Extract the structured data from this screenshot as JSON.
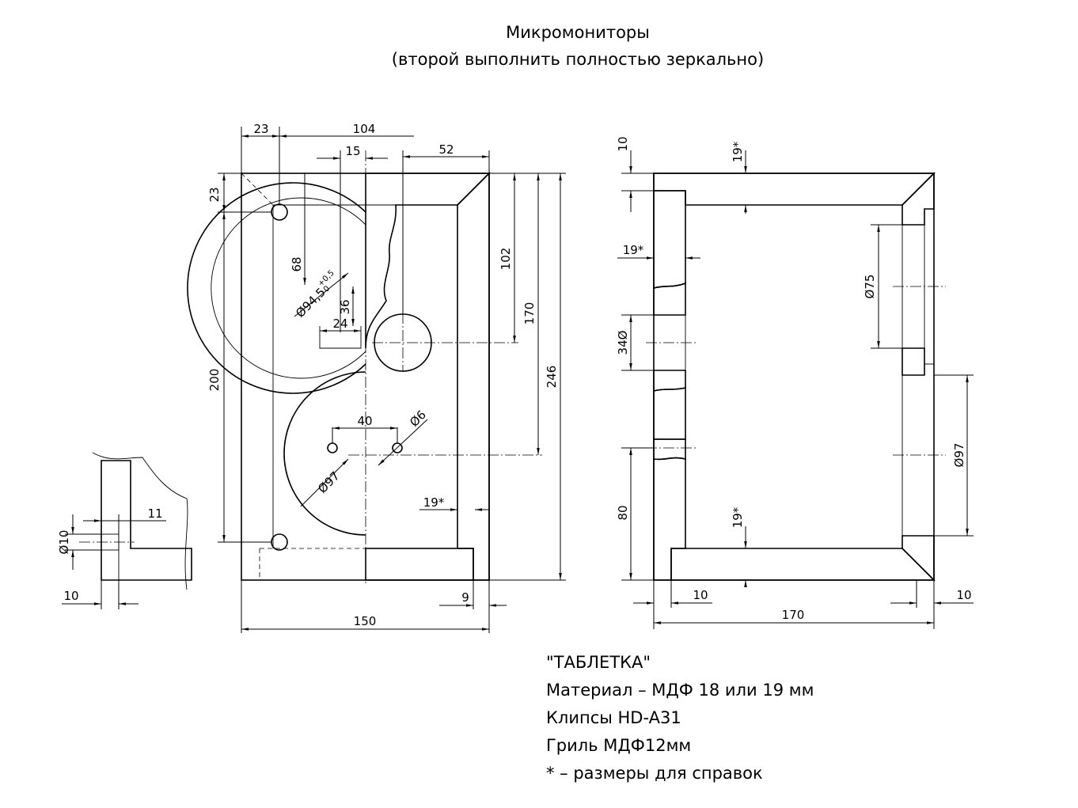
{
  "title": {
    "line1": "Микромониторы",
    "line2": "(второй выполнить полностью зеркально)"
  },
  "front_view": {
    "dims": {
      "top_23": "23",
      "top_104": "104",
      "top_15": "15",
      "top_52": "52",
      "left_23": "23",
      "left_200": "200",
      "r_102": "102",
      "r_170": "170",
      "r_246": "246",
      "woofer_dia": "Ø94,5",
      "woofer_tol_upper": "+0,5",
      "woofer_tol_lower": "0",
      "d_68": "68",
      "d_36": "36",
      "d_24": "24",
      "d_40": "40",
      "hole_d6": "Ø6",
      "circle_d97": "Ø97",
      "wall_19": "19*",
      "bottom_150": "150",
      "bottom_9": "9"
    }
  },
  "side_view": {
    "dims": {
      "top_10": "10",
      "top_19": "19*",
      "left_19": "19*",
      "hole_34": "34Ø",
      "left_80": "80",
      "inner_19": "19*",
      "right_d75": "Ø75",
      "right_d97": "Ø97",
      "bottom_10_left": "10",
      "bottom_170": "170",
      "bottom_10_right": "10"
    }
  },
  "detail_view": {
    "dims": {
      "d_11": "11",
      "d_dia10": "Ø10",
      "d_10": "10"
    }
  },
  "notes": {
    "line1": "\"ТАБЛЕТКА\"",
    "line2": "Материал – МДФ 18 или 19 мм",
    "line3": "Клипсы HD-A31",
    "line4": "Гриль МДФ12мм",
    "line5": "* – размеры для справок"
  }
}
